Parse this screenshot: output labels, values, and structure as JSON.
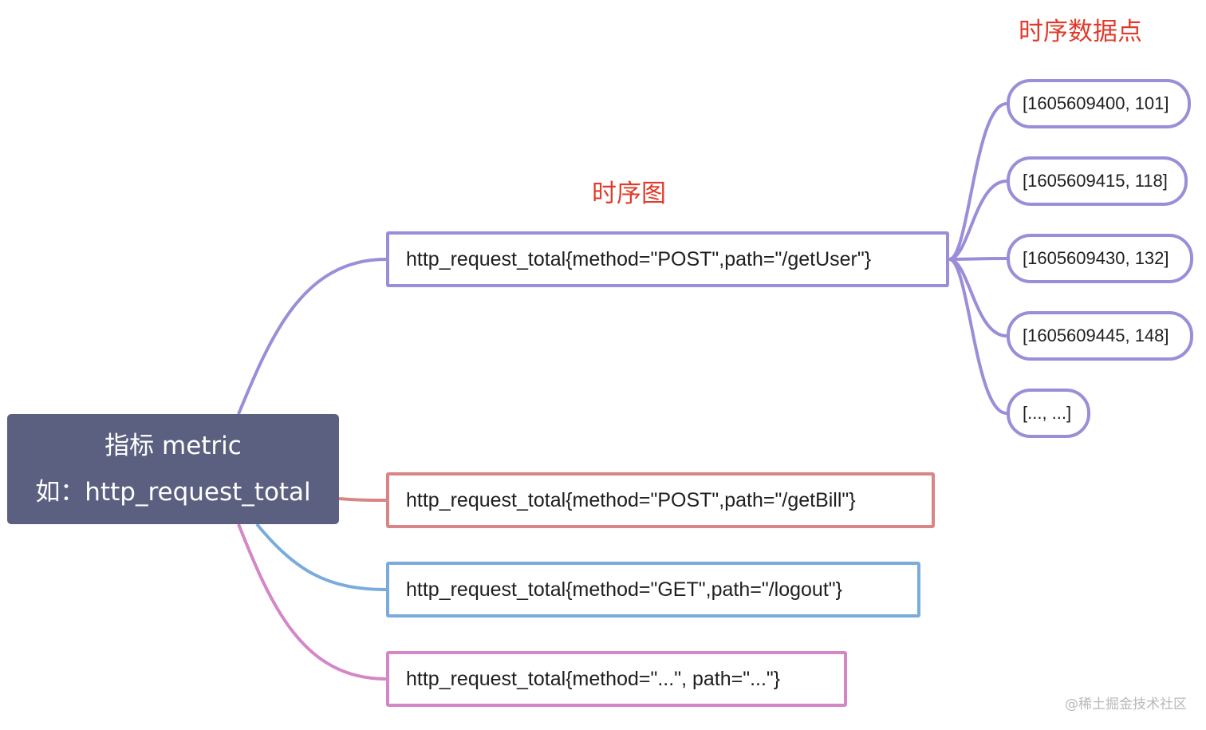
{
  "labels": {
    "time_series": "时序图",
    "data_points": "时序数据点"
  },
  "root": {
    "line1": "指标 metric",
    "line2": "如：http_request_total"
  },
  "series": [
    {
      "text": "http_request_total{method=\"POST\",path=\"/getUser\"}",
      "color": "#9c8dd8"
    },
    {
      "text": "http_request_total{method=\"POST\",path=\"/getBill\"}",
      "color": "#d98585"
    },
    {
      "text": "http_request_total{method=\"GET\",path=\"/logout\"}",
      "color": "#79acdc"
    },
    {
      "text": "http_request_total{method=\"...\", path=\"...\"}",
      "color": "#d486c7"
    }
  ],
  "data_points": [
    "[1605609400, 101]",
    "[1605609415, 118]",
    "[1605609430, 132]",
    "[1605609445, 148]",
    "[..., ...]"
  ],
  "watermark": "@稀土掘金技术社区",
  "colors": {
    "root_bg": "#5b6080",
    "label_red": "#e23a2a",
    "point_border": "#9c8dd8"
  }
}
